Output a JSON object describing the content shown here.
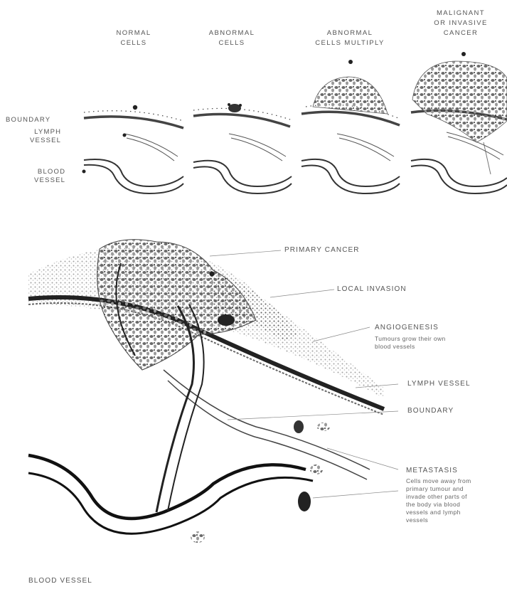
{
  "stages": [
    {
      "line1": "NORMAL",
      "line2": "CELLS"
    },
    {
      "line1": "ABNORMAL",
      "line2": "CELLS"
    },
    {
      "line1": "ABNORMAL",
      "line2": "CELLS MULTIPLY"
    },
    {
      "line1": "MALIGNANT",
      "line2": "OR INVASIVE",
      "line3": "CANCER"
    }
  ],
  "row_labels": {
    "boundary": "BOUNDARY",
    "lymph": [
      "LYMPH",
      "VESSEL"
    ],
    "blood": [
      "BLOOD",
      "VESSEL"
    ]
  },
  "main_labels": {
    "primary_cancer": "PRIMARY CANCER",
    "local_invasion": "LOCAL INVASION",
    "angiogenesis": "ANGIOGENESIS",
    "angiogenesis_note": [
      "Tumours grow their own",
      "blood vessels"
    ],
    "lymph_vessel": "LYMPH VESSEL",
    "boundary": "BOUNDARY",
    "metastasis": "METASTASIS",
    "metastasis_note": [
      "Cells move away from",
      "primary tumour and",
      "invade other parts of",
      "the body via blood",
      "vessels and lymph",
      "vessels"
    ],
    "blood_vessel": "BLOOD VESSEL"
  },
  "colors": {
    "ink": "#222222",
    "tumour": "#6b6b6b",
    "label": "#555555"
  }
}
